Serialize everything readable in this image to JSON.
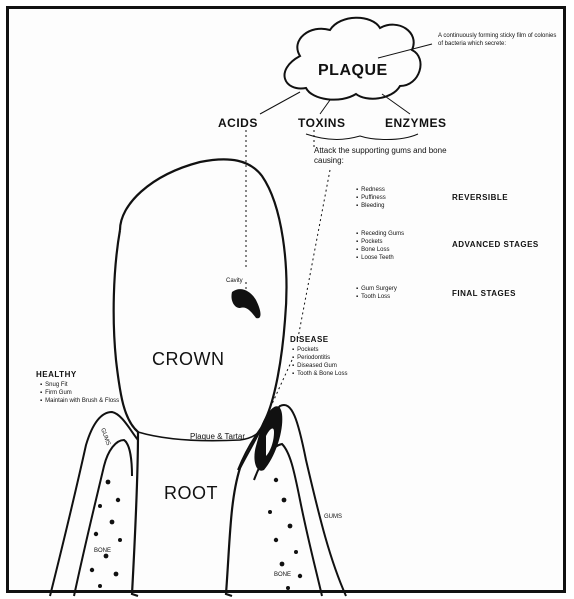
{
  "plaque": {
    "title": "PLAQUE",
    "description": "A continuously forming sticky film of colonies of bacteria which secrete:"
  },
  "secretions": [
    "ACIDS",
    "TOXINS",
    "ENZYMES"
  ],
  "attack_note": "Attack the supporting gums and bone causing:",
  "stages": [
    {
      "label": "REVERSIBLE",
      "items": [
        "Redness",
        "Puffiness",
        "Bleeding"
      ]
    },
    {
      "label": "ADVANCED STAGES",
      "items": [
        "Receding Gums",
        "Pockets",
        "Bone Loss",
        "Loose Teeth"
      ]
    },
    {
      "label": "FINAL STAGES",
      "items": [
        "Gum Surgery",
        "Tooth Loss"
      ]
    }
  ],
  "cavity_label": "Cavity",
  "disease": {
    "title": "DISEASE",
    "items": [
      "Pockets",
      "Periodontitis",
      "Diseased Gum",
      "Tooth & Bone Loss"
    ]
  },
  "healthy": {
    "title": "HEALTHY",
    "items": [
      "Snug Fit",
      "Firm Gum",
      "Maintain with Brush & Floss"
    ]
  },
  "crown_label": "CROWN",
  "root_label": "ROOT",
  "plaque_tartar_label": "Plaque & Tartar",
  "gums_labels": [
    "GUMS",
    "GUMS"
  ],
  "bone_labels": [
    "BONE",
    "BONE"
  ],
  "colors": {
    "ink": "#111111",
    "paper": "#fdfdfd"
  }
}
